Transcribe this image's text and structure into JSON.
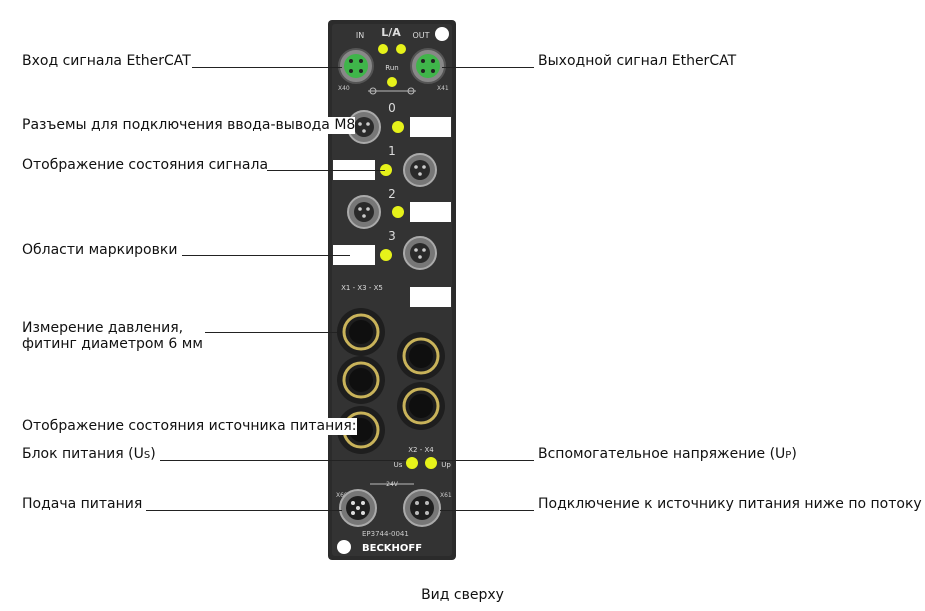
{
  "labels": {
    "ethercat_in": "Вход сигнала EtherCAT",
    "ethercat_out": "Выходной сигнал EtherCAT",
    "io_connectors": "Разъемы для подключения ввода-вывода М8",
    "signal_status": "Отображение состояния сигнала",
    "marking_areas": "Области маркировки",
    "pressure_1": "Измерение давления,",
    "pressure_2": "фитинг диаметром 6 мм",
    "power_status": "Отображение состояния источника питания:",
    "power_us_text": "Блок питания (U",
    "power_us_sub": "S",
    "aux_up_text": "Вспомогательное напряжение (U",
    "aux_up_sub": "P",
    "feed_in": "Подача питания",
    "downstream": "Подключение к источнику питания ниже по потоку",
    "close_paren": ")"
  },
  "device": {
    "la": "L/A",
    "in": "IN",
    "out": "OUT",
    "run": "Run",
    "x40": "X40",
    "x41": "X41",
    "ch0": "0",
    "ch1": "1",
    "ch2": "2",
    "ch3": "3",
    "x135": "X1 - X3 - X5",
    "x24": "X2 - X4",
    "us": "Us",
    "up": "Up",
    "v24": "24V",
    "x60": "X60",
    "x61": "X61",
    "model": "EP3744-0041",
    "brand": "BECKHOFF"
  },
  "caption": "Вид сверху",
  "colors": {
    "housing": "#2b2b2b",
    "led": "#e6f21a",
    "ethercat_green": "#3fb54a",
    "fitting_ring": "#c9b35a"
  }
}
